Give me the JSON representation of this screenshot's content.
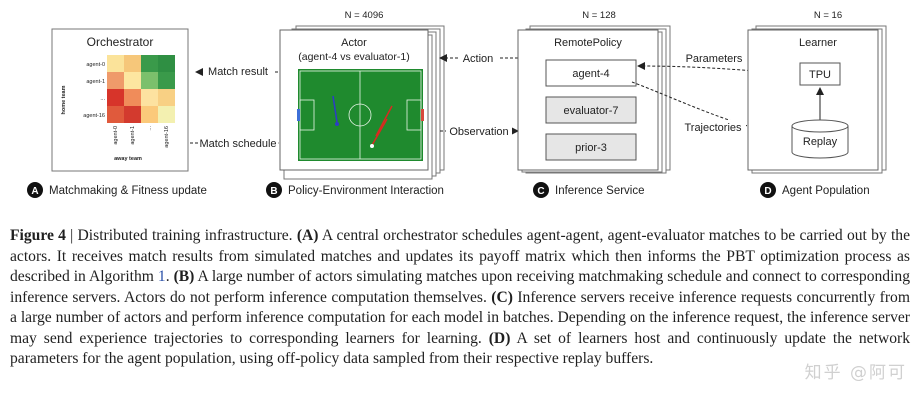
{
  "panels": {
    "A": {
      "letter": "A",
      "label": "Matchmaking & Fitness update",
      "title": "Orchestrator",
      "y_axis_label": "home team",
      "x_axis_label": "away team",
      "row_labels": [
        "agent-0",
        "agent-1",
        "...",
        "agent-16"
      ],
      "col_labels": [
        "agent-0",
        "agent-1",
        "...",
        "agent-16"
      ],
      "heatmap_colors": [
        [
          "#fbe39a",
          "#f6c77a",
          "#3a9a4a",
          "#2f8f43"
        ],
        [
          "#ef9a6a",
          "#fde6a0",
          "#7cc06c",
          "#3a9a4a"
        ],
        [
          "#d7342a",
          "#f08c5a",
          "#fde2a0",
          "#f8d084"
        ],
        [
          "#e05a3c",
          "#d33a2e",
          "#fbc97a",
          "#f3f0b0"
        ]
      ],
      "arrow_top": "Match result",
      "arrow_bottom": "Match schedule"
    },
    "B": {
      "letter": "B",
      "label": "Policy-Environment Interaction",
      "count": "N = 4096",
      "title": "Actor",
      "subtitle": "(agent-4 vs evaluator-1)",
      "arrow_top": "Action",
      "arrow_bottom": "Observation"
    },
    "C": {
      "letter": "C",
      "label": "Inference Service",
      "count": "N = 128",
      "title": "RemotePolicy",
      "items": [
        "agent-4",
        "evaluator-7",
        "prior-3"
      ],
      "arrow_top": "Parameters",
      "arrow_bottom": "Trajectories"
    },
    "D": {
      "letter": "D",
      "label": "Agent Population",
      "count": "N = 16",
      "title": "Learner",
      "tpu": "TPU",
      "replay": "Replay"
    }
  },
  "caption": {
    "figure_label": "Figure 4",
    "separator": " | ",
    "title": "Distributed training infrastructure. ",
    "a_tag": "(A)",
    "a_text_1": " A central orchestrator schedules agent-agent, agent-evaluator matches to be carried out by the actors. It receives match results from simulated matches and updates its payoff matrix which then informs the PBT optimization process as described in Algorithm ",
    "a_ref": "1",
    "a_text_2": ". ",
    "b_tag": "(B)",
    "b_text": " A large number of actors simulating matches upon receiving matchmaking schedule and connect to corresponding inference servers. Actors do not perform inference computation themselves. ",
    "c_tag": "(C)",
    "c_text": " Inference servers receive inference requests concurrently from a large number of actors and perform inference computation for each model in batches. Depending on the inference request, the inference server may send experience trajectories to corresponding learners for learning. ",
    "d_tag": "(D)",
    "d_text": " A set of learners host and continuously update the network parameters for the agent population, using off-policy data sampled from their respective replay buffers."
  },
  "watermark": "知乎 @阿可"
}
